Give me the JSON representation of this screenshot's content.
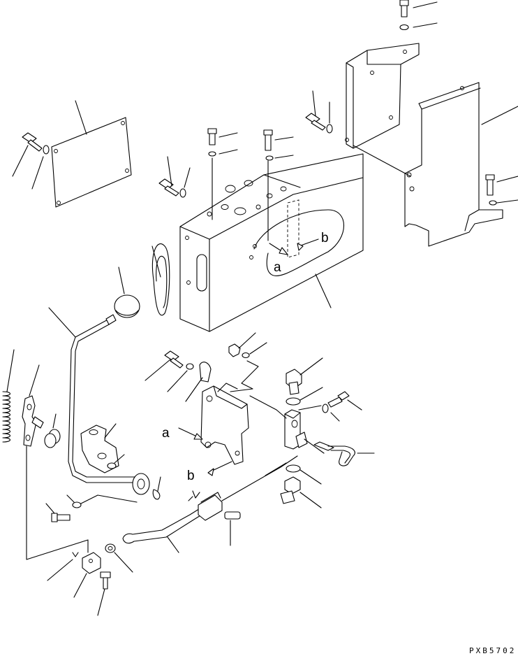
{
  "labels": {
    "a_main": "a",
    "b_main": "b",
    "a_bracket": "a",
    "b_bracket": "b"
  },
  "drawing_code": "PXB5702"
}
